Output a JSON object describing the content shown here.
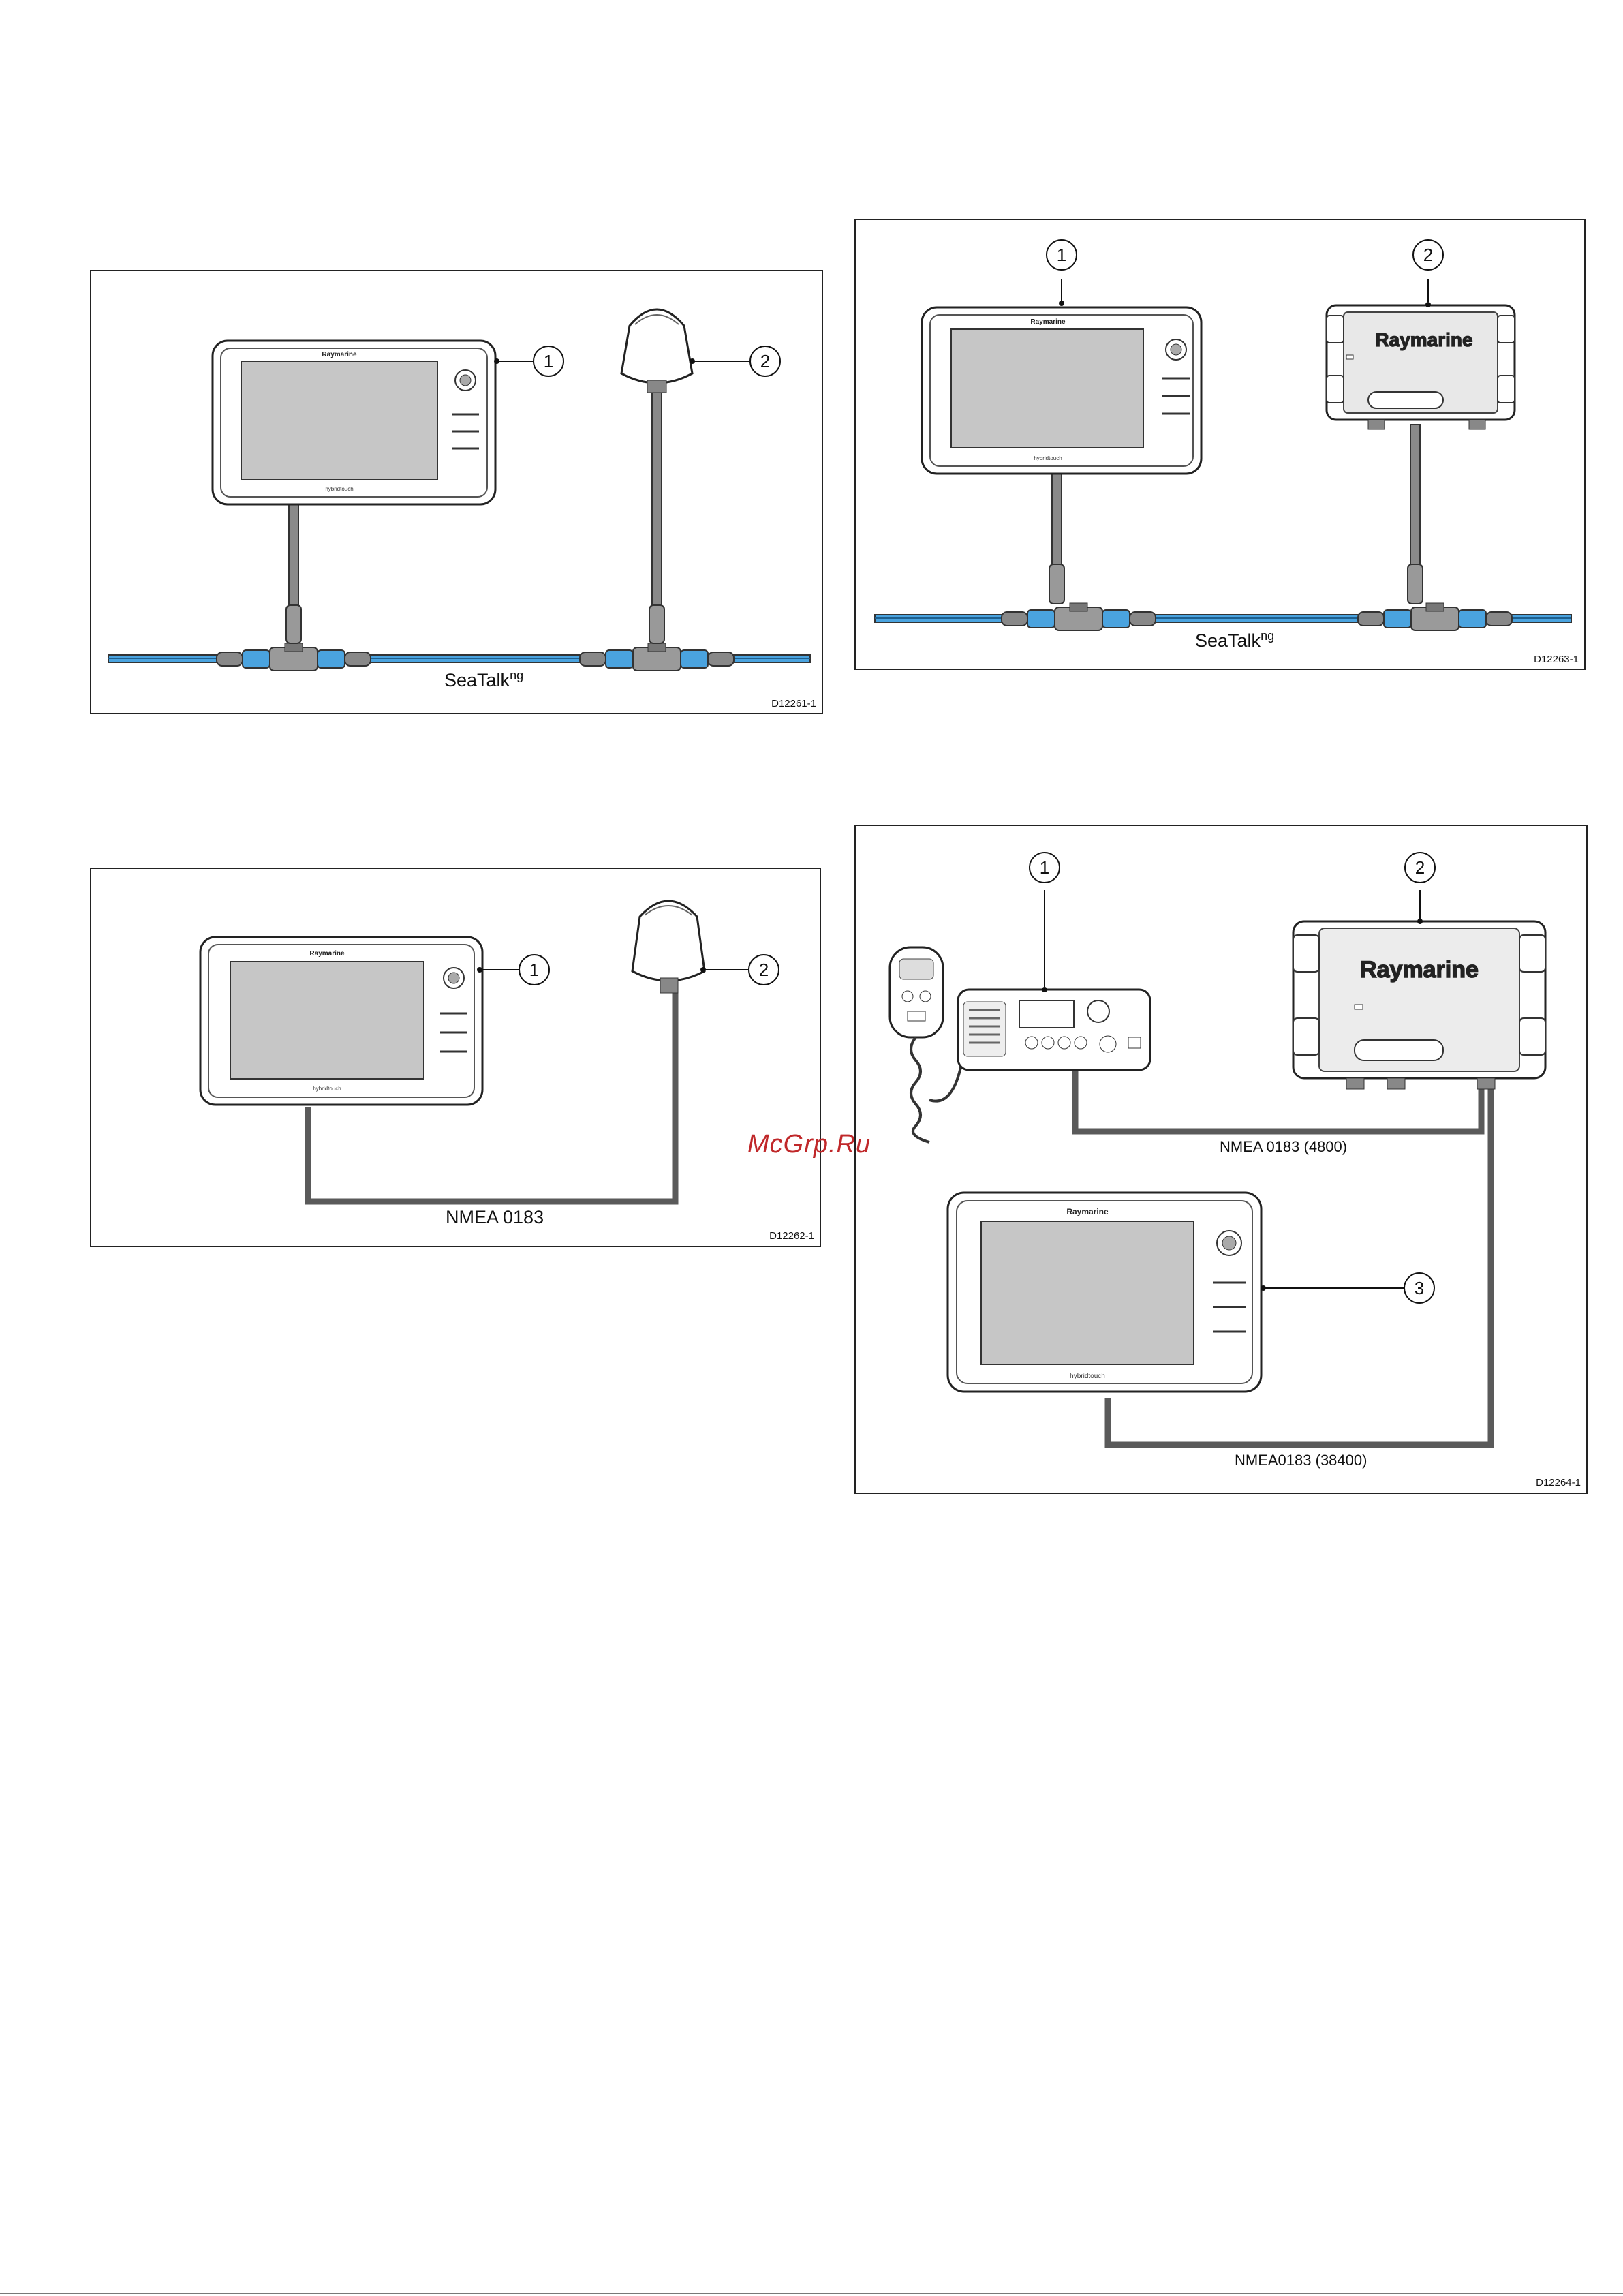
{
  "diagrams": [
    {
      "id": "D12261-1",
      "network_label": "SeaTalk",
      "network_label_sup": "ng",
      "callouts": [
        "1",
        "2"
      ],
      "display_brand": "Raymarine",
      "display_sub_brand": "hybridtouch"
    },
    {
      "id": "D12263-1",
      "network_label": "SeaTalk",
      "network_label_sup": "ng",
      "callouts": [
        "1",
        "2"
      ],
      "display_brand": "Raymarine",
      "module_brand": "Raymarine",
      "display_sub_brand": "hybridtouch"
    },
    {
      "id": "D12262-1",
      "network_label": "NMEA 0183",
      "callouts": [
        "1",
        "2"
      ],
      "display_brand": "Raymarine",
      "display_sub_brand": "hybridtouch"
    },
    {
      "id": "D12264-1",
      "link_labels": [
        "NMEA 0183 (4800)",
        "NMEA0183 (38400)"
      ],
      "callouts": [
        "1",
        "2",
        "3"
      ],
      "display_brand": "Raymarine",
      "module_brand": "Raymarine",
      "display_sub_brand": "hybridtouch"
    }
  ],
  "watermark": "McGrp.Ru",
  "colors": {
    "cable_blue": "#4aa3df",
    "cable_grey": "#5a5a5a",
    "screen_grey": "#c6c6c6",
    "watermark_red": "#c0282a"
  }
}
